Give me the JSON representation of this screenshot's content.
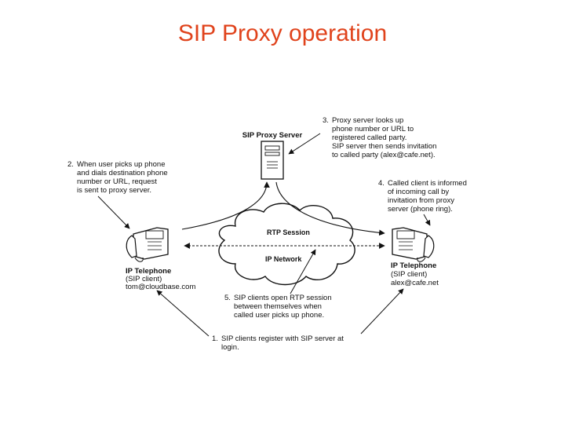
{
  "slide": {
    "title": "SIP Proxy operation"
  },
  "diagram": {
    "proxy_label": "SIP Proxy Server",
    "rtp_label": "RTP Session",
    "network_label": "IP Network",
    "left_phone": {
      "title": "IP Telephone",
      "role": "(SIP client)",
      "address": "tom@cloudbase.com"
    },
    "right_phone": {
      "title": "IP Telephone",
      "role": "(SIP client)",
      "address": "alex@cafe.net"
    },
    "steps": {
      "step1": {
        "num": "1.",
        "lines": [
          "SIP clients register with SIP server at",
          "login."
        ]
      },
      "step2": {
        "num": "2.",
        "lines": [
          "When user picks up phone",
          "and dials destination phone",
          "number or URL, request",
          "is sent to proxy server."
        ]
      },
      "step3": {
        "num": "3.",
        "lines": [
          "Proxy server looks up",
          "phone number or URL to",
          "registered called party.",
          "SIP server then sends invitation",
          "to called party (alex@cafe.net)."
        ]
      },
      "step4": {
        "num": "4.",
        "lines": [
          "Called client is informed",
          "of incoming call by",
          "invitation from proxy",
          "server (phone ring)."
        ]
      },
      "step5": {
        "num": "5.",
        "lines": [
          "SIP clients open RTP session",
          "between themselves when",
          "called user picks up phone."
        ]
      }
    }
  }
}
